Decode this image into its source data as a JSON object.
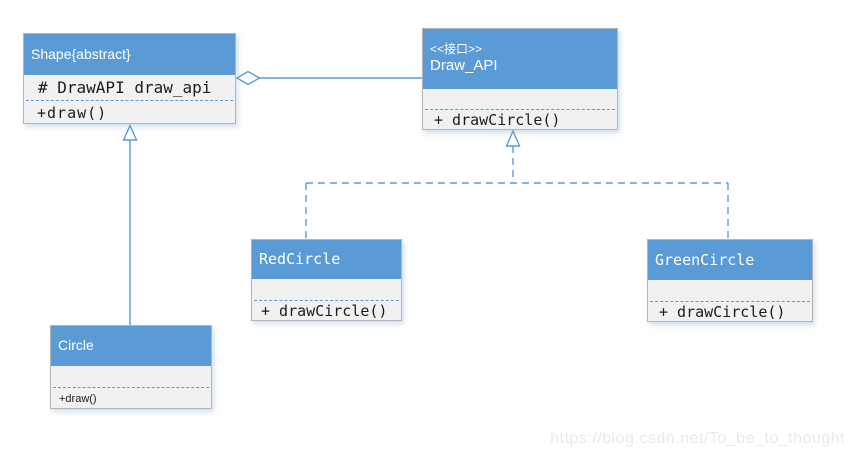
{
  "diagram": {
    "type": "uml-class-diagram",
    "watermark": "https://blog.csdn.net/To_be_to_thought",
    "colors": {
      "header_blue": "#5b9bd5",
      "body_gray": "#f1f1f1",
      "box_border": "#b5b5b5",
      "connector_blue": "#5b9bd5",
      "watermark_gray": "#e9e9e9"
    },
    "nodes": {
      "shape": {
        "title": "Shape{abstract}",
        "attribute": "# DrawAPI draw_api",
        "method": "+draw()"
      },
      "draw_api": {
        "stereotype": "<<接口>>",
        "title": "Draw_API",
        "method": "+ drawCircle()"
      },
      "red_circle": {
        "title": "RedCircle",
        "method": "+ drawCircle()"
      },
      "green_circle": {
        "title": "GreenCircle",
        "method": "+ drawCircle()"
      },
      "circle": {
        "title": "Circle",
        "method": "+draw()"
      }
    },
    "relationships": [
      {
        "type": "aggregation",
        "from": "Draw_API",
        "to": "Shape{abstract}"
      },
      {
        "type": "generalization",
        "from": "Circle",
        "to": "Shape{abstract}"
      },
      {
        "type": "realization",
        "from": "RedCircle",
        "to": "Draw_API"
      },
      {
        "type": "realization",
        "from": "GreenCircle",
        "to": "Draw_API"
      }
    ]
  }
}
